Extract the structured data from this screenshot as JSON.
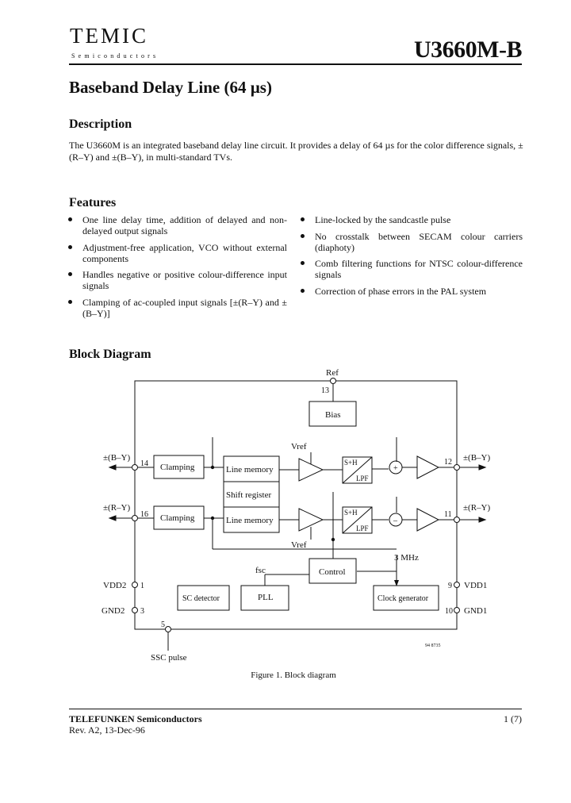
{
  "header": {
    "logo": "TEMIC",
    "logo_sub": "Semiconductors",
    "part_number": "U3660M-B"
  },
  "title": "Baseband Delay Line (64 µs)",
  "description": {
    "heading": "Description",
    "text": "The U3660M is an integrated baseband delay line circuit. It provides a delay of 64 µs for the color difference signals, ±(R–Y) and ±(B–Y), in multi-standard TVs."
  },
  "features": {
    "heading": "Features",
    "left": [
      "One line delay time, addition of delayed and non-delayed output signals",
      "Adjustment-free application, VCO without external components",
      "Handles negative or positive colour-difference input signals",
      "Clamping of ac-coupled input signals [±(R–Y) and ±(B–Y)]"
    ],
    "right": [
      "Line-locked by the sandcastle pulse",
      "No crosstalk between SECAM colour carriers (diaphoty)",
      "Comb filtering functions for NTSC colour-difference signals",
      "Correction of phase errors in the PAL system"
    ]
  },
  "block_diagram": {
    "heading": "Block Diagram",
    "labels": {
      "ref": "Ref",
      "pin13": "13",
      "bias": "Bias",
      "vref_top": "Vref",
      "vref_bottom": "Vref",
      "in_by": "±(B–Y)",
      "in_ry": "±(R–Y)",
      "out_by": "±(B–Y)",
      "out_ry": "±(R–Y)",
      "pin14": "14",
      "pin16": "16",
      "pin12": "12",
      "pin11": "11",
      "clamping1": "Clamping",
      "clamping2": "Clamping",
      "line_memory1": "Line memory",
      "shift_register": "Shift register",
      "line_memory2": "Line memory",
      "sh1": "S+H",
      "lpf1": "LPF",
      "sh2": "S+H",
      "lpf2": "LPF",
      "sum1": "+",
      "sum2": "–",
      "control": "Control",
      "mhz": "3 MHz",
      "fsc": "fsc",
      "pll": "PLL",
      "sc_detector": "SC detector",
      "clock_generator": "Clock generator",
      "vdd2": "VDD2",
      "pin1": "1",
      "gnd2": "GND2",
      "pin3": "3",
      "pin9": "9",
      "vdd1": "VDD1",
      "pin10": "10",
      "gnd1": "GND1",
      "pin5": "5",
      "ssc_pulse": "SSC pulse",
      "fig_id": "94 8735"
    },
    "caption": "Figure 1. Block diagram"
  },
  "footer": {
    "company": "TELEFUNKEN Semiconductors",
    "revision": "Rev. A2, 13-Dec-96",
    "page": "1 (7)"
  }
}
